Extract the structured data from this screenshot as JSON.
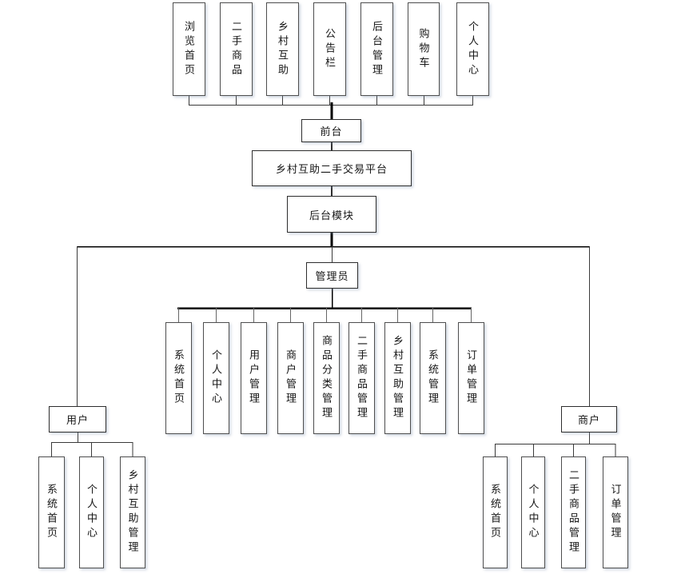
{
  "diagram": {
    "platform": "乡村互助二手交易平台",
    "front": {
      "label": "前台",
      "modules": [
        "浏览首页",
        "二手商品",
        "乡村互助",
        "公告栏",
        "后台管理",
        "购物车",
        "个人中心"
      ]
    },
    "backend": {
      "label": "后台模块",
      "admin": {
        "label": "管理员",
        "modules": [
          "系统首页",
          "个人中心",
          "用户管理",
          "商户管理",
          "商品分类管理",
          "二手商品管理",
          "乡村互助管理",
          "系统管理",
          "订单管理"
        ]
      },
      "user": {
        "label": "用户",
        "modules": [
          "系统首页",
          "个人中心",
          "乡村互助管理"
        ]
      },
      "merchant": {
        "label": "商户",
        "modules": [
          "系统首页",
          "个人中心",
          "二手商品管理",
          "订单管理"
        ]
      }
    }
  }
}
